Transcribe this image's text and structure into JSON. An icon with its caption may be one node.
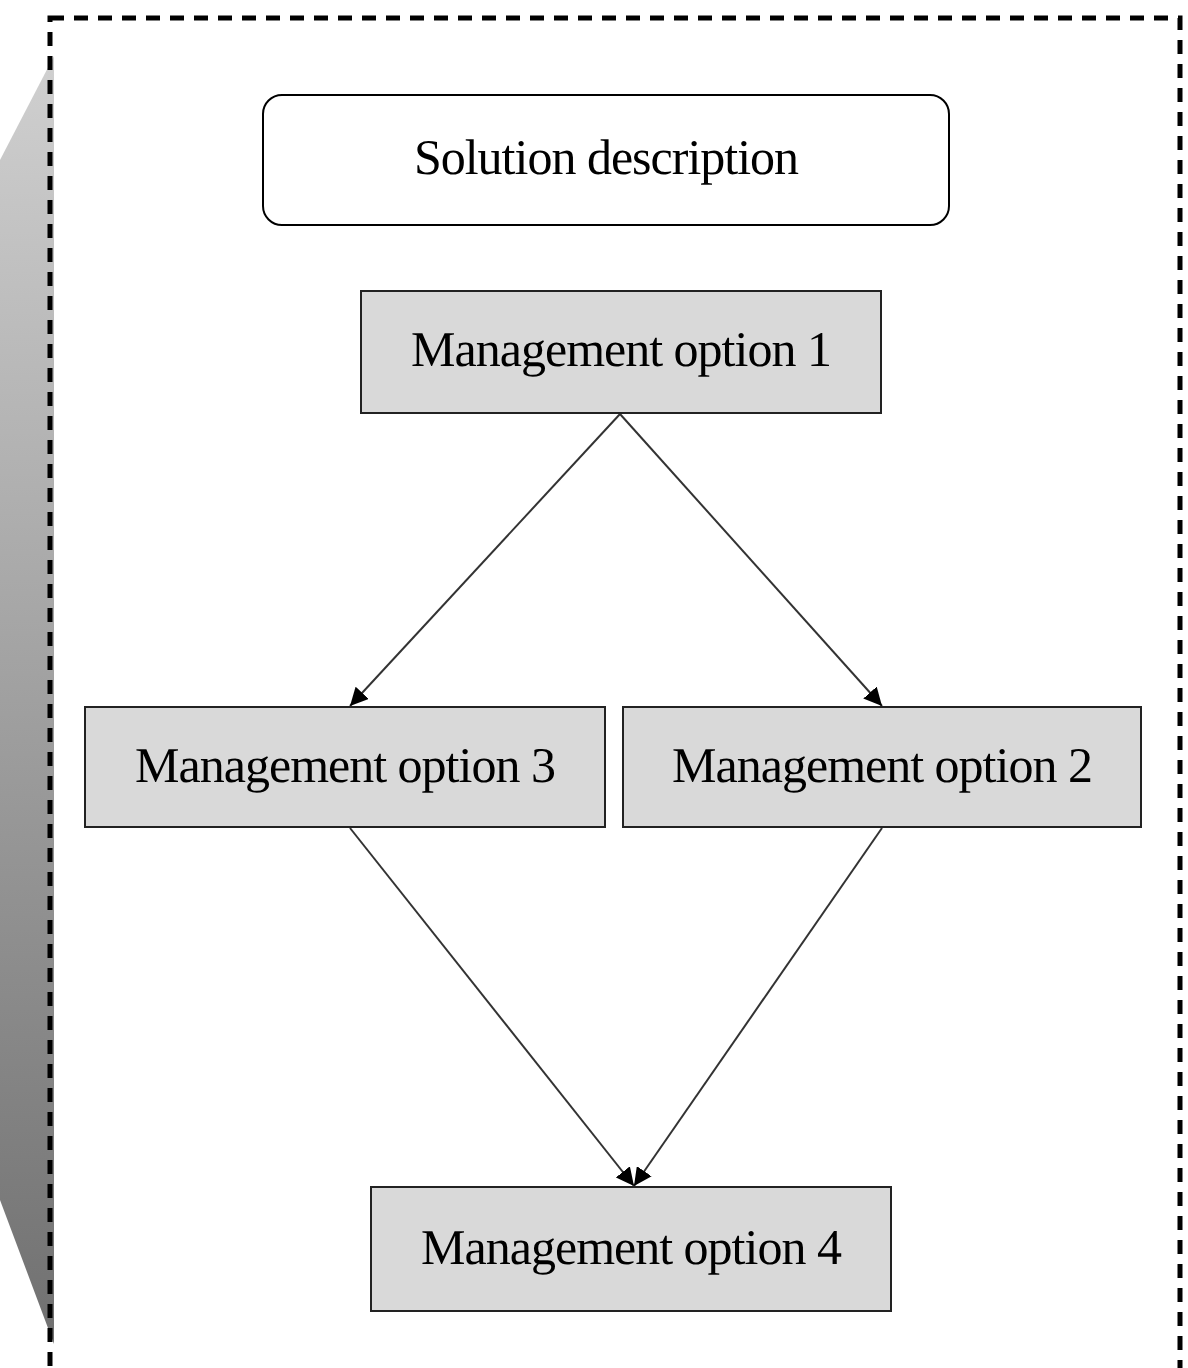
{
  "diagram": {
    "nodes": [
      {
        "text": [
          "Solution description"
        ]
      },
      {
        "text": [
          "Management option 1"
        ]
      },
      {
        "text": [
          "Management option 3"
        ]
      },
      {
        "text": [
          "Management option 2"
        ]
      },
      {
        "text": [
          "Management option 4"
        ]
      }
    ],
    "edges": [
      {
        "from": 1,
        "to": 2,
        "arrow": "to"
      },
      {
        "from": 1,
        "to": 3,
        "arrow": "to"
      },
      {
        "from": 2,
        "to": 4,
        "arrow": "to"
      },
      {
        "from": 3,
        "to": 4,
        "arrow": "to"
      }
    ]
  }
}
